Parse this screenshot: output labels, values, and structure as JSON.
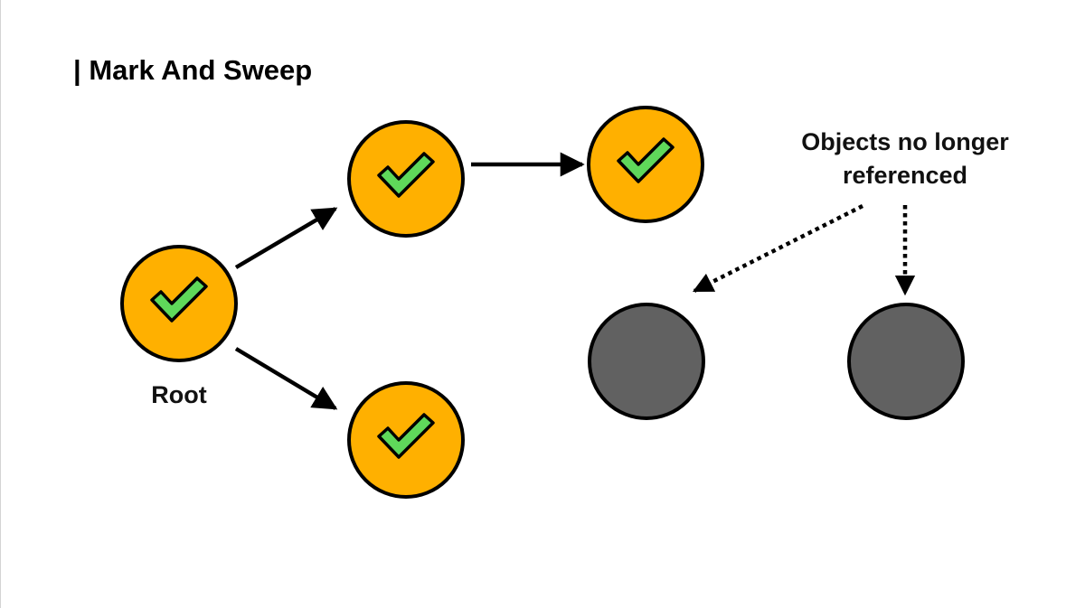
{
  "slide": {
    "title_bar": "|",
    "title": "Mark And Sweep"
  },
  "diagram": {
    "root_label": "Root",
    "unreferenced_note": {
      "line1": "Objects no longer",
      "line2": "referenced"
    },
    "nodes": [
      {
        "id": "root",
        "status": "marked",
        "icon": "checkmark-icon"
      },
      {
        "id": "child-upper",
        "status": "marked",
        "icon": "checkmark-icon"
      },
      {
        "id": "grandchild",
        "status": "marked",
        "icon": "checkmark-icon"
      },
      {
        "id": "child-lower",
        "status": "marked",
        "icon": "checkmark-icon"
      },
      {
        "id": "garbage-1",
        "status": "unreachable"
      },
      {
        "id": "garbage-2",
        "status": "unreachable"
      }
    ],
    "edges": [
      {
        "from": "root",
        "to": "child-upper",
        "style": "solid"
      },
      {
        "from": "child-upper",
        "to": "grandchild",
        "style": "solid"
      },
      {
        "from": "root",
        "to": "child-lower",
        "style": "solid"
      },
      {
        "from": "note",
        "to": "garbage-1",
        "style": "dotted"
      },
      {
        "from": "note",
        "to": "garbage-2",
        "style": "dotted"
      }
    ],
    "colors": {
      "marked_fill": "#FFB000",
      "unreachable_fill": "#616161",
      "check_fill": "#5FD85A",
      "stroke": "#000000"
    }
  }
}
